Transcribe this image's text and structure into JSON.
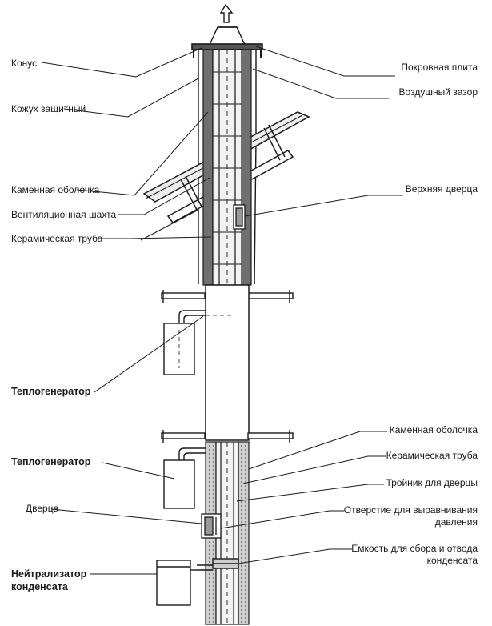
{
  "labels": {
    "left": {
      "cone": "Конус",
      "casing": "Кожух защитный",
      "stone_shell_top": "Каменная оболочка",
      "vent_shaft": "Вентиляционная шахта",
      "ceramic_pipe_top": "Керамическая труба",
      "heat_gen_1": "Теплогенератор",
      "heat_gen_2": "Теплогенератор",
      "door": "Дверца",
      "neutralizer_line1": "Нейтрализатор",
      "neutralizer_line2": "конденсата"
    },
    "right": {
      "cover_plate": "Покровная плита",
      "air_gap": "Воздушный зазор",
      "upper_door": "Верхняя дверца",
      "stone_shell_bottom": "Каменная оболочка",
      "ceramic_pipe_bottom": "Керамическая труба",
      "tee_door": "Тройник для дверцы",
      "pressure_hole_line1": "Отверстие для выравнивания",
      "pressure_hole_line2": "давления",
      "condensate_tank_line1": "Ёмкость для сбора и отвода",
      "condensate_tank_line2": "конденсата"
    }
  },
  "colors": {
    "line": "#1a1a1a",
    "wall_fill": "#777777",
    "pipe_fill": "#e6e6e6",
    "hatch_fill": "#bdbdbd"
  }
}
